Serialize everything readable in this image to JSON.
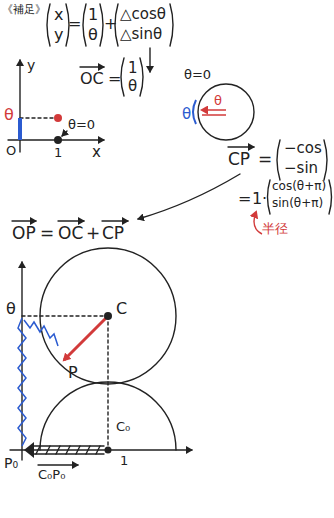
{
  "diagram": {
    "title": "《補足》",
    "labels": [
      "x",
      "y",
      "=",
      "1",
      "θ",
      "+",
      "△cosθ",
      "△sinθ",
      "y",
      "θ",
      "O",
      "1",
      "x",
      "θ=0",
      "OC",
      "=",
      "1",
      "θ",
      "θ=0",
      "θ",
      "θ",
      "CP",
      "=",
      "−cos",
      "−sin",
      "=",
      "1",
      "·",
      "cos(θ+π)",
      "sin(θ+π)",
      "半径",
      "OP",
      "=",
      "OC",
      "+",
      "CP",
      "θ",
      "C",
      "P",
      "C₀",
      "P₀",
      "1",
      "C₀P₀"
    ]
  }
}
